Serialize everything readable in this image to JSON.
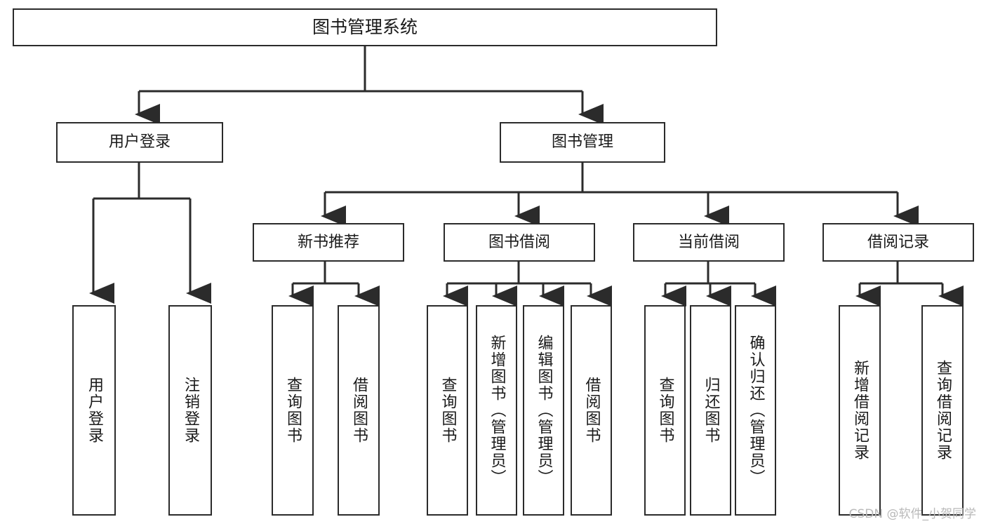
{
  "diagram": {
    "title": "图书管理系统",
    "type": "tree-hierarchy-chart",
    "colors": {
      "stroke": "#2b2b2b",
      "fill": "#ffffff",
      "text": "#1a1a1a",
      "watermark": "#b9b9b9"
    },
    "nodes": {
      "root": {
        "label": "图书管理系统",
        "level": 0,
        "orientation": "horizontal"
      },
      "l1": [
        {
          "id": "user-login",
          "label": "用户登录",
          "level": 1,
          "orientation": "horizontal"
        },
        {
          "id": "book-manage",
          "label": "图书管理",
          "level": 1,
          "orientation": "horizontal"
        }
      ],
      "l2": [
        {
          "id": "new-book-recommend",
          "label": "新书推荐",
          "level": 2,
          "orientation": "horizontal"
        },
        {
          "id": "book-borrow",
          "label": "图书借阅",
          "level": 2,
          "orientation": "horizontal"
        },
        {
          "id": "current-borrow",
          "label": "当前借阅",
          "level": 2,
          "orientation": "horizontal"
        },
        {
          "id": "borrow-record",
          "label": "借阅记录",
          "level": 2,
          "orientation": "horizontal"
        }
      ],
      "l3": [
        {
          "id": "leaf-user-login",
          "label": "用户登录",
          "parent": "user-login",
          "orientation": "vertical"
        },
        {
          "id": "leaf-logout-login",
          "label": "注销登录",
          "parent": "user-login",
          "orientation": "vertical"
        },
        {
          "id": "leaf-query-book-1",
          "label": "查询图书",
          "parent": "new-book-recommend",
          "orientation": "vertical"
        },
        {
          "id": "leaf-borrow-book-1",
          "label": "借阅图书",
          "parent": "new-book-recommend",
          "orientation": "vertical"
        },
        {
          "id": "leaf-query-book-2",
          "label": "查询图书",
          "parent": "book-borrow",
          "orientation": "vertical"
        },
        {
          "id": "leaf-add-book-admin",
          "label": "新增图书（管理员）",
          "parent": "book-borrow",
          "orientation": "vertical"
        },
        {
          "id": "leaf-edit-book-admin",
          "label": "编辑图书（管理员）",
          "parent": "book-borrow",
          "orientation": "vertical"
        },
        {
          "id": "leaf-borrow-book-2",
          "label": "借阅图书",
          "parent": "book-borrow",
          "orientation": "vertical"
        },
        {
          "id": "leaf-query-book-3",
          "label": "查询图书",
          "parent": "current-borrow",
          "orientation": "vertical"
        },
        {
          "id": "leaf-return-book",
          "label": "归还图书",
          "parent": "current-borrow",
          "orientation": "vertical"
        },
        {
          "id": "leaf-confirm-return-admin",
          "label": "确认归还（管理员）",
          "parent": "current-borrow",
          "orientation": "vertical"
        },
        {
          "id": "leaf-add-borrow-record",
          "label": "新增借阅记录",
          "parent": "borrow-record",
          "orientation": "vertical"
        },
        {
          "id": "leaf-query-borrow-record",
          "label": "查询借阅记录",
          "parent": "borrow-record",
          "orientation": "vertical"
        }
      ]
    },
    "watermark": "CSDN @软件_小贺同学"
  }
}
